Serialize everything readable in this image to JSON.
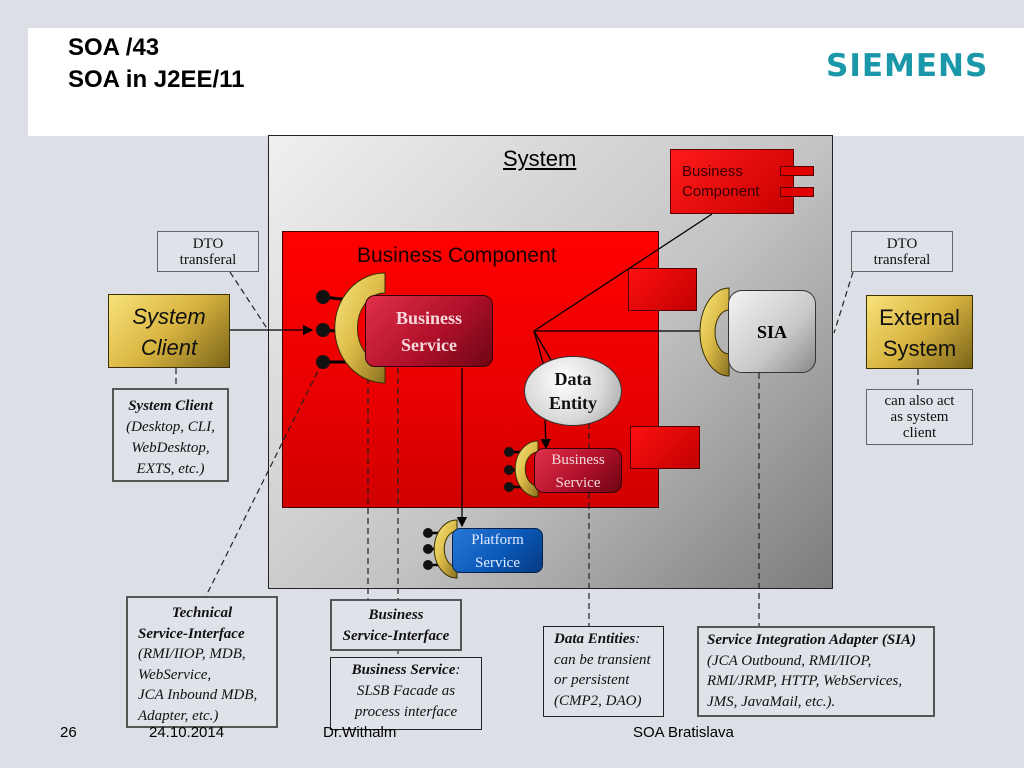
{
  "header": {
    "title_line1": "SOA /43",
    "title_line2": "SOA in J2EE/11",
    "logo_text": "SIEMENS",
    "logo_color": "#1a97a8"
  },
  "diagram": {
    "system_label": "System",
    "business_component_top": "Business Component",
    "business_component_top_lines": [
      "Business",
      "Component"
    ],
    "business_component_main": "Business Component",
    "business_service_main_lines": [
      "Business",
      "Service"
    ],
    "business_service_small_lines": [
      "Business",
      "Service"
    ],
    "data_entity_lines": [
      "Data",
      "Entity"
    ],
    "platform_service_lines": [
      "Platform",
      "Service"
    ],
    "sia_label": "SIA",
    "system_client_lines": [
      "System",
      "Client"
    ],
    "external_system_lines": [
      "External",
      "System"
    ],
    "dto_left_lines": [
      "DTO",
      "transferal"
    ],
    "dto_right_lines": [
      "DTO",
      "transferal"
    ],
    "also_client_lines": [
      "can also act",
      "as system",
      "client"
    ],
    "colors": {
      "business_component": "#ff0000",
      "business_service": "#b0102a",
      "platform_service": "#0a58b8",
      "gold_box": "#d8b440"
    }
  },
  "notes": {
    "system_client": {
      "title": "System Client",
      "lines": [
        "(Desktop, CLI,",
        "WebDesktop,",
        "EXTS, etc.)"
      ]
    },
    "technical_interface": {
      "title_lines": [
        "Technical",
        "Service-Interface"
      ],
      "lines": [
        "(RMI/IIOP, MDB,",
        "WebService,",
        "JCA Inbound MDB,",
        "Adapter, etc.)"
      ]
    },
    "business_service_interface": {
      "title_lines": [
        "Business",
        "Service-Interface"
      ]
    },
    "business_service": {
      "title": "Business Service",
      "title_suffix": ":",
      "lines": [
        "SLSB Facade as",
        "process interface"
      ]
    },
    "data_entities": {
      "title": "Data Entities",
      "title_suffix": ":",
      "lines": [
        "can be transient",
        "or persistent",
        "(CMP2, DAO)"
      ]
    },
    "sia": {
      "title": "Service Integration Adapter (SIA)",
      "lines": [
        "(JCA Outbound, RMI/IIOP,",
        "RMI/JRMP, HTTP, WebServices,",
        "JMS, JavaMail, etc.)."
      ]
    }
  },
  "footer": {
    "page_number": "26",
    "date": "24.10.2014",
    "author": "Dr.Withalm",
    "event": "SOA Bratislava"
  }
}
